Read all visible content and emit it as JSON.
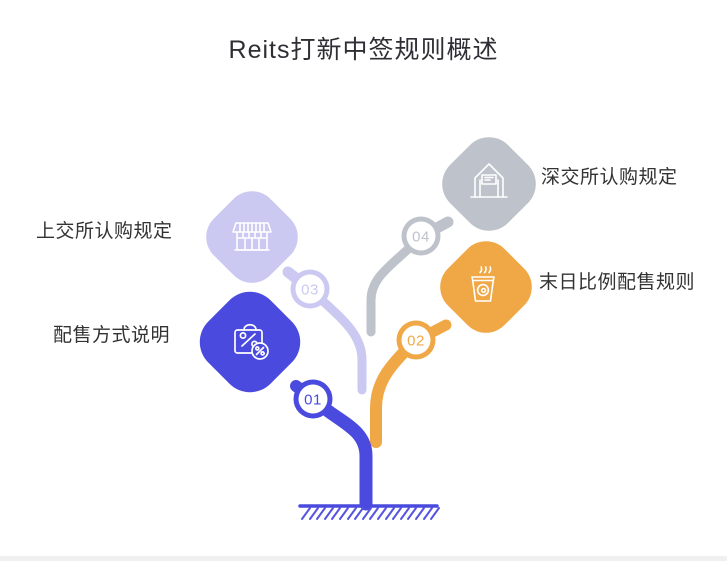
{
  "title": "Reits打新中签规则概述",
  "nodes": [
    {
      "id": "01",
      "label": "配售方式说明",
      "color": "#4B4ADF",
      "icon": "bag-percent-icon",
      "side": "left"
    },
    {
      "id": "02",
      "label": "末日比例配售规则",
      "color": "#F0A847",
      "icon": "drink-cup-icon",
      "side": "right"
    },
    {
      "id": "03",
      "label": "上交所认购规定",
      "color": "#CBC9F1",
      "icon": "storefront-icon",
      "side": "left"
    },
    {
      "id": "04",
      "label": "深交所认购规定",
      "color": "#BEC2CB",
      "icon": "bank-building-icon",
      "side": "right"
    }
  ],
  "palette": {
    "blue": "#4B4ADF",
    "purple": "#CBC9F1",
    "gray": "#BEC2CB",
    "orange": "#F0A847",
    "title_text": "#2e2e34",
    "label_text": "#333333",
    "icon_stroke": "#ffffff",
    "ground": "#4B4ADF",
    "footer_strip": "#f0f0f1"
  }
}
